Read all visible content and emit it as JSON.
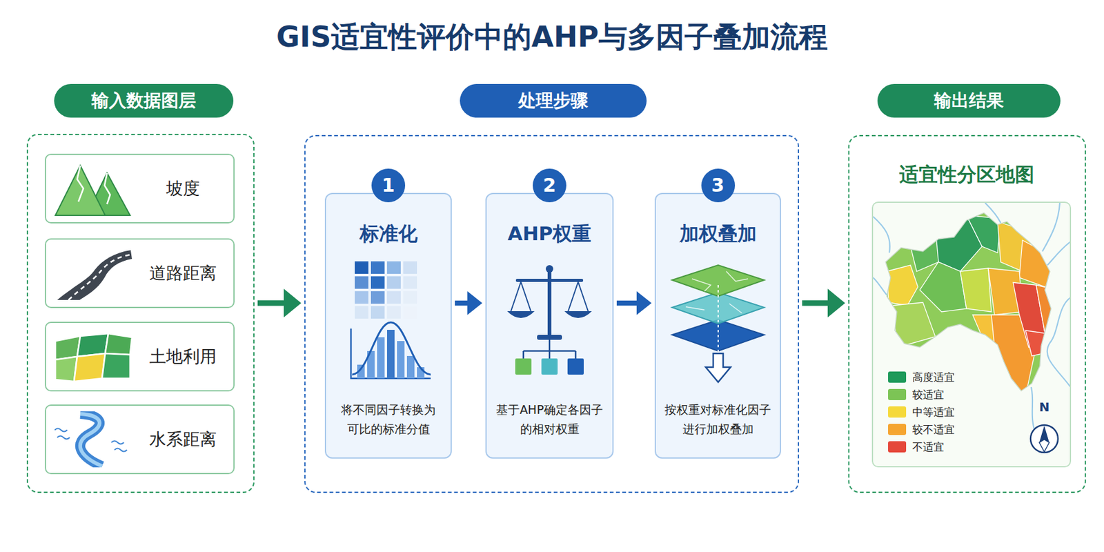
{
  "diagram": {
    "title": "GIS适宜性评价中的AHP与多因子叠加流程",
    "nodes": [
      {
        "text": [
          "输入数据图层"
        ]
      },
      {
        "text": [
          "坡度"
        ],
        "in": 0
      },
      {
        "text": [
          "道路距离"
        ],
        "in": 0
      },
      {
        "text": [
          "土地利用"
        ],
        "in": 0
      },
      {
        "text": [
          "水系距离"
        ],
        "in": 0
      },
      {
        "text": [
          "处理步骤"
        ]
      },
      {
        "text": [
          "1",
          "标准化",
          "将不同因子转换为可比的标准分值"
        ],
        "in": 5
      },
      {
        "text": [
          "2",
          "AHP权重",
          "基于AHP确定各因子的相对权重"
        ],
        "in": 5
      },
      {
        "text": [
          "3",
          "加权叠加",
          "按权重对标准化因子进行加权叠加"
        ],
        "in": 5
      },
      {
        "text": [
          "输出结果",
          "适宜性分区地图"
        ]
      }
    ],
    "edges": [
      {
        "from": 0,
        "to": 5,
        "arrow": "to"
      },
      {
        "from": 6,
        "to": 7,
        "arrow": "to"
      },
      {
        "from": 7,
        "to": 8,
        "arrow": "to"
      },
      {
        "from": 5,
        "to": 9,
        "arrow": "to"
      }
    ],
    "labels": [
      "N"
    ],
    "legend": [
      {
        "text": "高度适宜",
        "color": "#1e9a5a"
      },
      {
        "text": "较适宜",
        "color": "#7cc455"
      },
      {
        "text": "中等适宜",
        "color": "#f5d93a"
      },
      {
        "text": "较不适宜",
        "color": "#f5a530"
      },
      {
        "text": "不适宜",
        "color": "#e5483a"
      }
    ]
  }
}
